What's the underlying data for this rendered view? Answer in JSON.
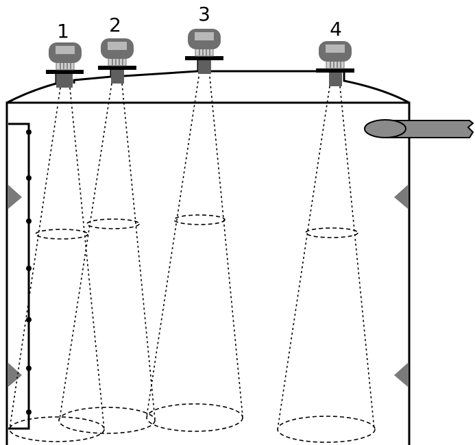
{
  "sensors": [
    {
      "label": "1"
    },
    {
      "label": "2"
    },
    {
      "label": "3"
    },
    {
      "label": "4"
    }
  ],
  "colors": {
    "outline": "#000000",
    "sensor_body": "#6f6f6f",
    "sensor_window": "#b8b8b8",
    "baffle": "#7a7a7a",
    "pipe": "#8a8a8a"
  },
  "icons": {
    "sensor": "radar-level-sensor-icon",
    "pipe": "inlet-pipe-icon",
    "baffle": "baffle-triangle-icon"
  }
}
